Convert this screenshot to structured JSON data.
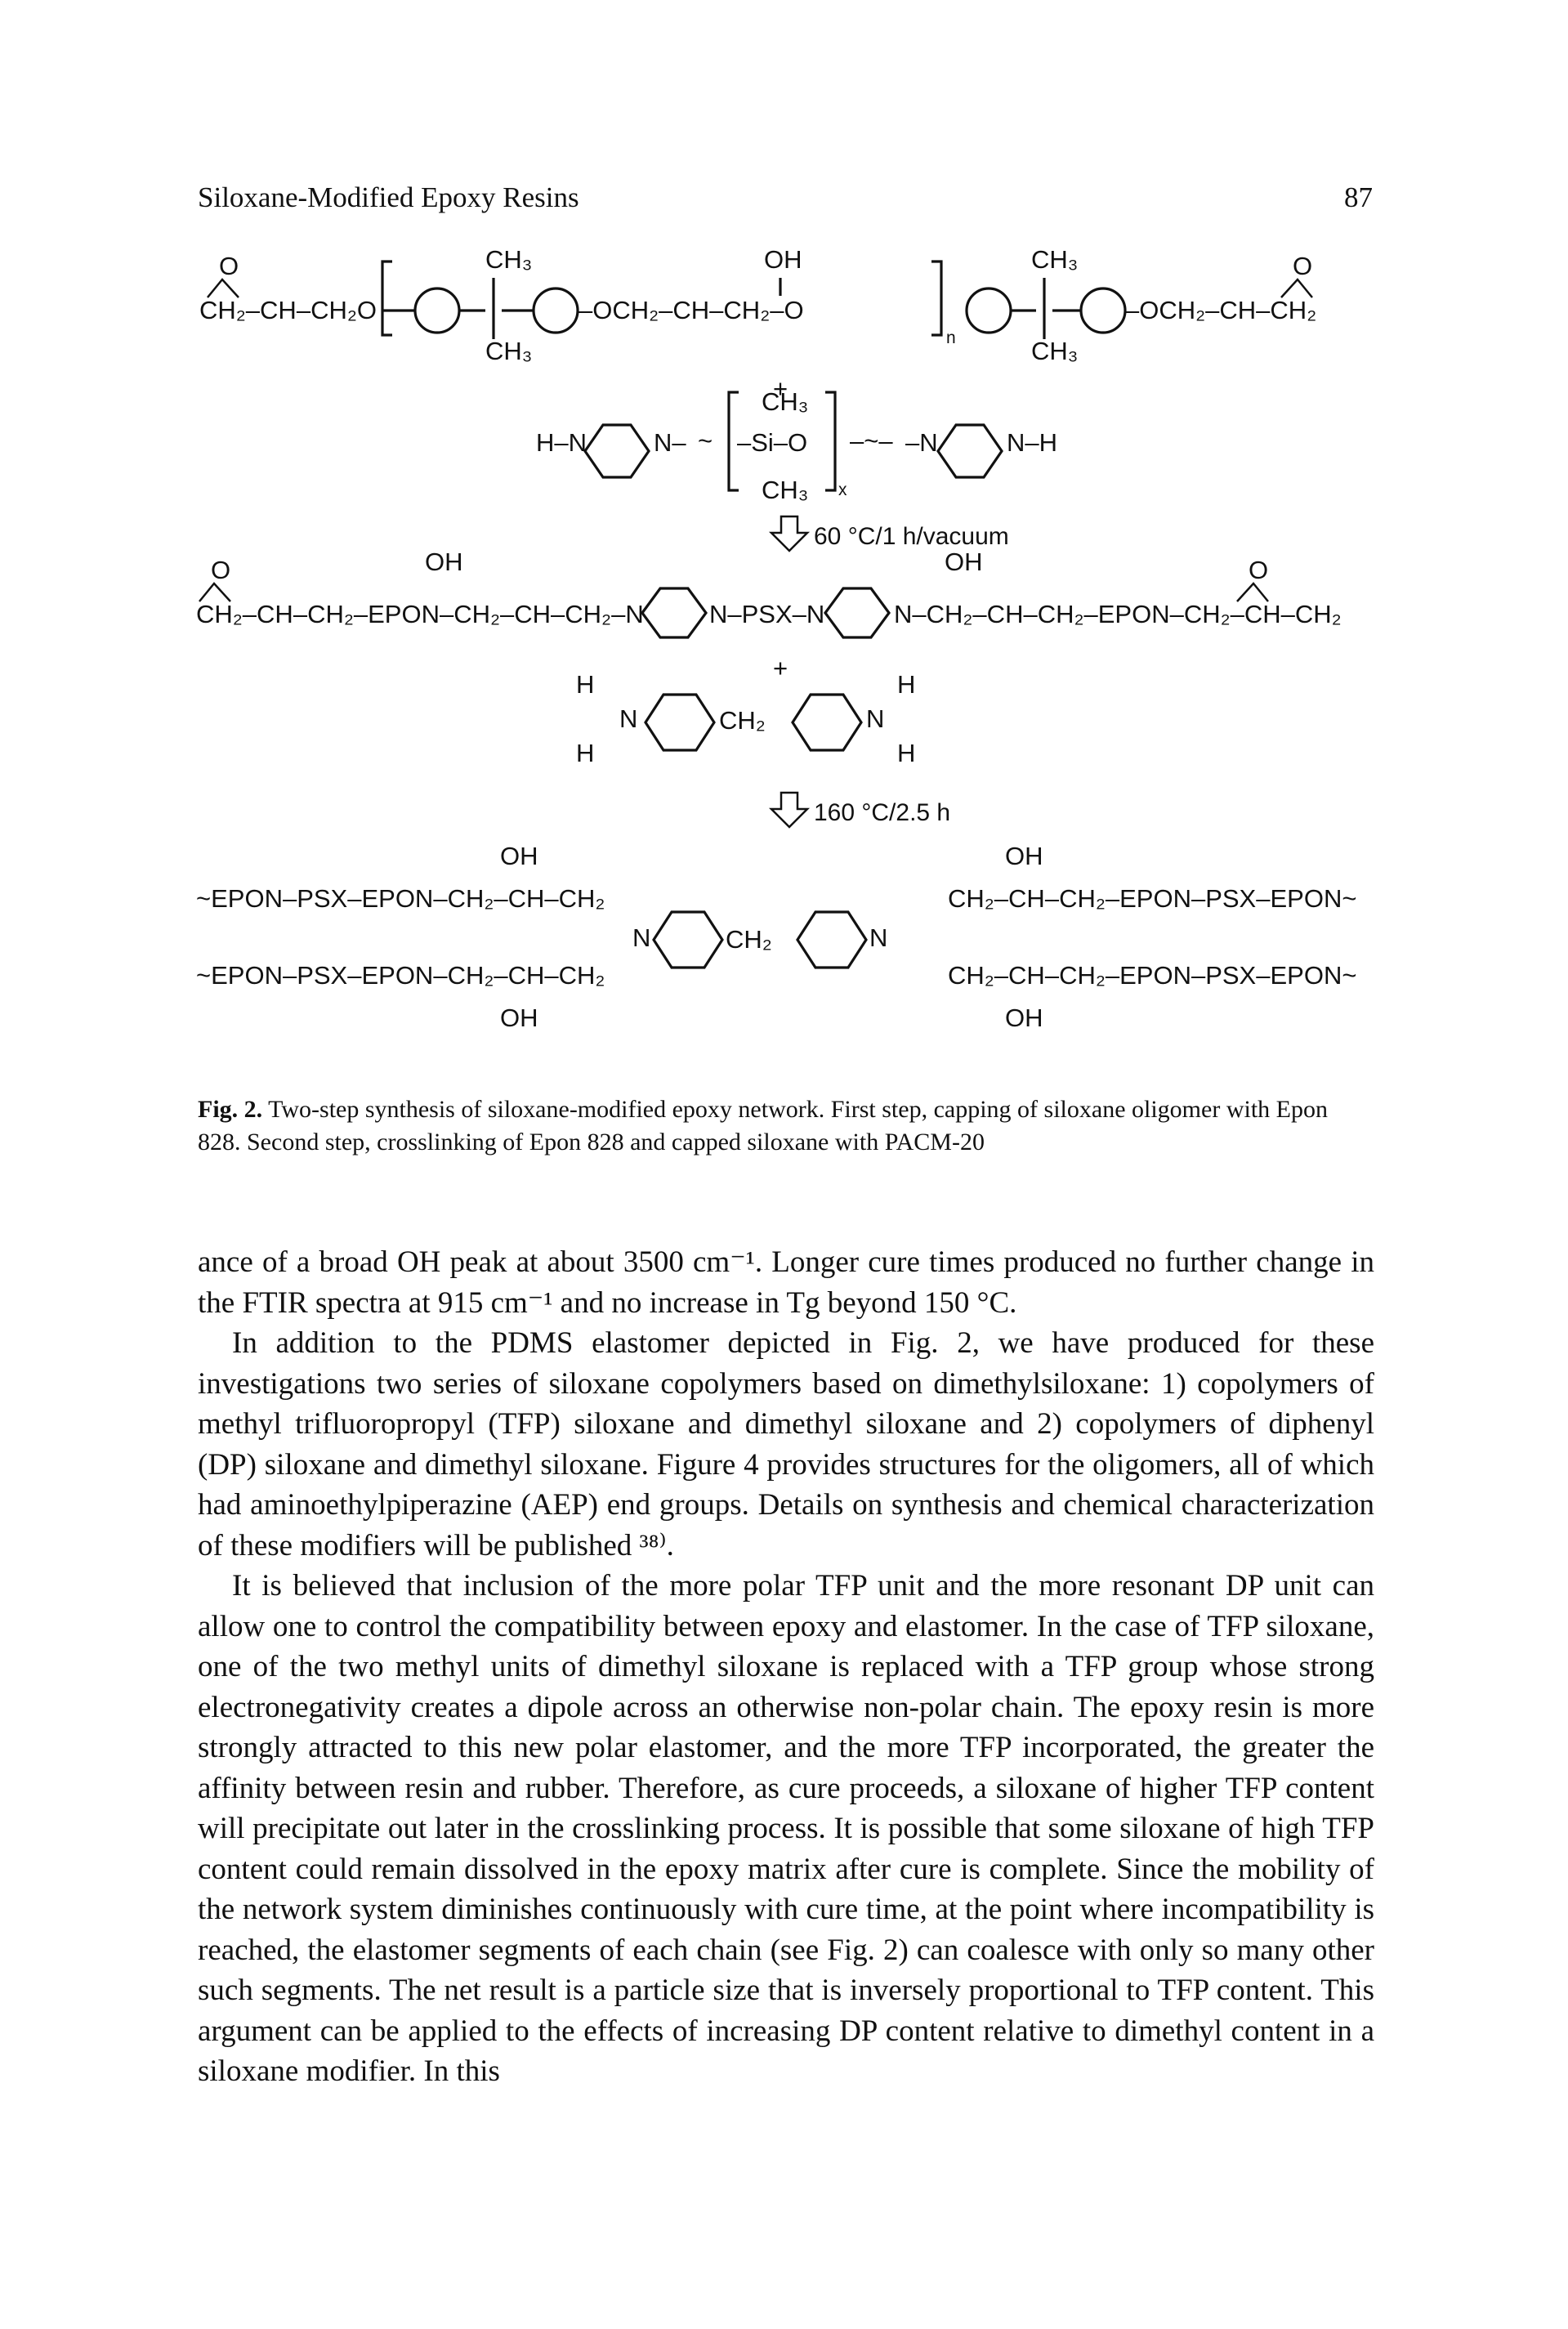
{
  "header": {
    "running_title": "Siloxane-Modified Epoxy Resins",
    "page_number": "87"
  },
  "scheme": {
    "row1": {
      "epoxide_o": "O",
      "end_left": "CH₂–CH–CH₂O",
      "ch3": "CH₃",
      "oh": "OH",
      "mid": "–OCH₂–CH–CH₂–O",
      "repeat": "n",
      "end_right": "–OCH₂–CH–CH₂"
    },
    "plus1": "+",
    "row2": {
      "left_nh": "H–N",
      "n_left": "N–",
      "si": "–Si–O",
      "repeat": "x",
      "n_right": "–N",
      "right_nh": "N–H",
      "ch3": "CH₃"
    },
    "step1_condition": "60 °C/1 h/vacuum",
    "row3": {
      "o": "O",
      "oh": "OH",
      "left": "CH₂–CH–CH₂–EPON–CH₂–CH–CH₂–N",
      "mid": "N–PSX–N",
      "right": "N–CH₂–CH–CH₂–EPON–CH₂–CH–CH₂"
    },
    "plus2": "+",
    "pacm": {
      "h": "H",
      "n": "N",
      "ch2": "CH₂"
    },
    "step2_condition": "160 °C/2.5 h",
    "row4": {
      "oh": "OH",
      "upper_left": "~EPON–PSX–EPON–CH₂–CH–CH₂",
      "lower_left": "~EPON–PSX–EPON–CH₂–CH–CH₂",
      "n": "N",
      "ch2": "CH₂",
      "upper_right": "CH₂–CH–CH₂–EPON–PSX–EPON~",
      "lower_right": "CH₂–CH–CH₂–EPON–PSX–EPON~"
    }
  },
  "caption": {
    "label": "Fig. 2.",
    "text": " Two-step synthesis of siloxane-modified epoxy network. First step, capping of siloxane oligomer with Epon 828. Second step, crosslinking of Epon 828 and capped siloxane with PACM-20"
  },
  "body": {
    "p1": "ance of a broad OH peak at about 3500 cm⁻¹. Longer cure times produced no further change in the FTIR spectra at 915 cm⁻¹ and no increase in Tg beyond 150 °C.",
    "p2": "In addition to the PDMS elastomer depicted in Fig. 2, we have produced for these investigations two series of siloxane copolymers based on dimethylsiloxane: 1) copolymers of methyl trifluoropropyl (TFP) siloxane and dimethyl siloxane and 2) copolymers of diphenyl (DP) siloxane and dimethyl siloxane. Figure 4 provides structures for the oligomers, all of which had aminoethylpiperazine (AEP) end groups. Details on synthesis and chemical characterization of these modifiers will be published ³⁸⁾.",
    "p3": "It is believed that inclusion of the more polar TFP unit and the more resonant DP unit can allow one to control the compatibility between epoxy and elastomer. In the case of TFP siloxane, one of the two methyl units of dimethyl siloxane is replaced with a TFP group whose strong electronegativity creates a dipole across an otherwise non-polar chain. The epoxy resin is more strongly attracted to this new polar elastomer, and the more TFP incorporated, the greater the affinity between resin and rubber. Therefore, as cure proceeds, a siloxane of higher TFP content will precipitate out later in the crosslinking process. It is possible that some siloxane of high TFP content could remain dissolved in the epoxy matrix after cure is complete. Since the mobility of the network system diminishes continuously with cure time, at the point where incompatibility is reached, the elastomer segments of each chain (see Fig. 2) can coalesce with only so many other such segments. The net result is a particle size that is inversely proportional to TFP content. This argument can be applied to the effects of increasing DP content relative to dimethyl content in a siloxane modifier. In this"
  }
}
